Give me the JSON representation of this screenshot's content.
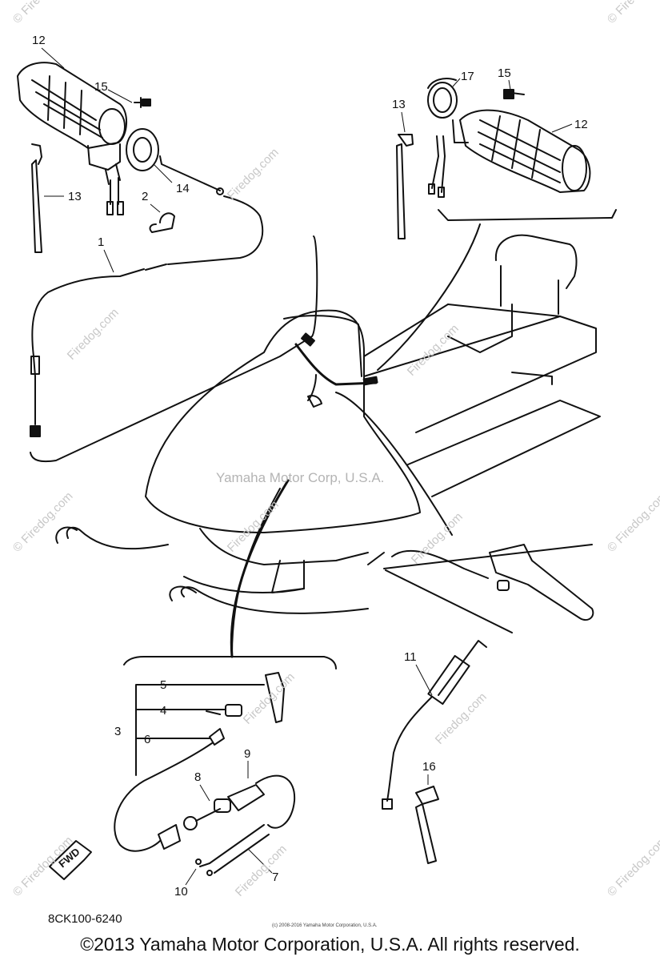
{
  "callouts": {
    "p1": "1",
    "p2": "2",
    "p3": "3",
    "p4": "4",
    "p5": "5",
    "p6": "6",
    "p7": "7",
    "p8": "8",
    "p9": "9",
    "p10": "10",
    "p11": "11",
    "p12a": "12",
    "p12b": "12",
    "p13a": "13",
    "p13b": "13",
    "p14": "14",
    "p15a": "15",
    "p15b": "15",
    "p16": "16",
    "p17": "17"
  },
  "watermark": "Firedog.com",
  "watermark_short": "© Firedog.com",
  "center_watermark": "Yamaha Motor Corp, U.S.A.",
  "fwd_label": "FWD",
  "diagram_ref": "8CK100-6240",
  "small_copyright": "(c) 2008-2016 Yamaha Motor Corporation, U.S.A.",
  "footer": "©2013 Yamaha Motor Corporation, U.S.A. All rights reserved."
}
